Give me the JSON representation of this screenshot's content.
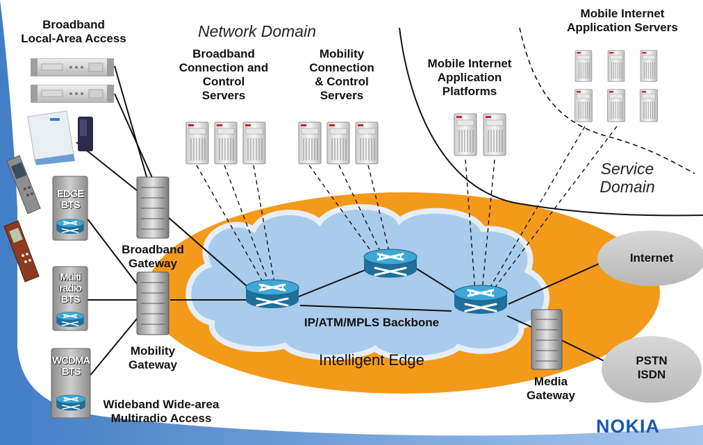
{
  "labels": {
    "network_domain": "Network Domain",
    "service_domain": "Service\nDomain",
    "broadband_local_area_access": "Broadband\nLocal-Area Access",
    "broadband_connection_servers": "Broadband\nConnection and\nControl\nServers",
    "mobility_connection_servers": "Mobility\nConnection\n& Control\nServers",
    "mobile_internet_application_platforms": "Mobile Internet\nApplication\nPlatforms",
    "mobile_internet_application_servers": "Mobile Internet\nApplication Servers",
    "broadband_gateway": "Broadband\nGateway",
    "mobility_gateway": "Mobility\nGateway",
    "media_gateway": "Media\nGateway",
    "backbone": "IP/ATM/MPLS Backbone",
    "intelligent_edge": "Intelligent Edge",
    "internet": "Internet",
    "pstn_isdn": "PSTN\nISDN",
    "wideband_access": "Wideband Wide-area\nMultiradio Access",
    "edge_bts": "EDGE\nBTS",
    "multiradio_bts": "Multi\nradio\nBTS",
    "wcdma_bts": "WCDMA\nBTS"
  },
  "logo": "NOKIA",
  "colors": {
    "edge_ring": "#f49a1a",
    "backbone_cloud": "#a9cbec",
    "cloud_outline": "#dfe9f7",
    "router": "#2f8fbf",
    "external_network": "#c8c8c8",
    "logo_blue": "#1858b4",
    "background_stripe": "#3a7bc8"
  },
  "icons": [
    "server-icon",
    "router-icon",
    "gateway-icon",
    "bts-icon",
    "phone-icon",
    "modem-icon"
  ]
}
